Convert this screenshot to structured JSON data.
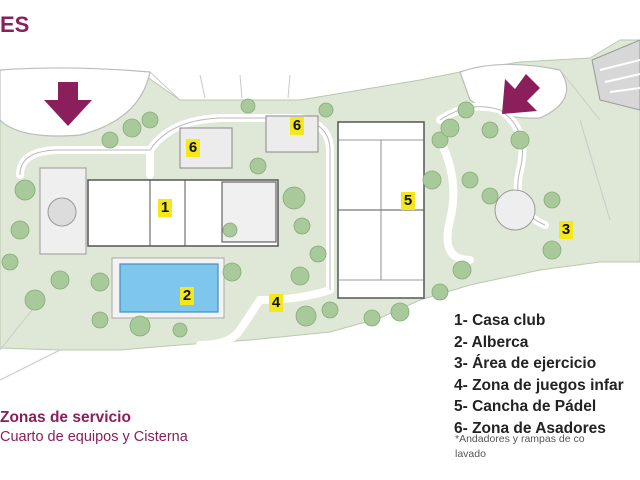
{
  "title": "ES",
  "zone_markers": [
    "1",
    "2",
    "3",
    "4",
    "5",
    "6",
    "6"
  ],
  "legend": [
    "1- Casa club",
    "2- Alberca",
    "3- Área de ejercicio",
    "4- Zona de juegos infar",
    "5- Cancha de Pádel",
    "6- Zona de Asadores"
  ],
  "service": {
    "title": "Zonas de servicio",
    "subtitle": "Cuarto de equipos y Cisterna"
  },
  "note": [
    "*Andadores y rampas de co",
    "lavado"
  ],
  "colors": {
    "accent": "#8a1f5b",
    "marker": "#f5e81a",
    "lawn": "#dfe8d6",
    "tree": "#a8c99a",
    "pool": "#7fc6ec"
  }
}
